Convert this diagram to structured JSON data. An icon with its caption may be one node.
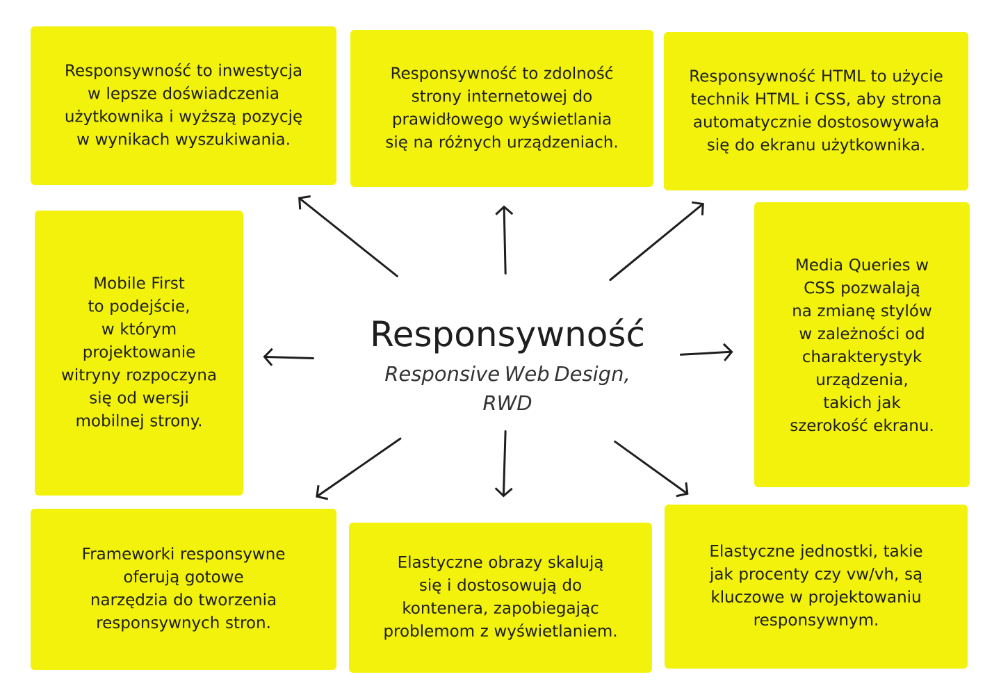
{
  "diagram": {
    "nodes": [
      {
        "text": [
          "Responsywność to inwestycja w lepsze doświadczenia użytkownika i wyższą pozycję w wynikach wyszukiwania."
        ]
      },
      {
        "text": [
          "Responsywność to zdolność strony internetowej do prawidłowego wyświetlania się na różnych urządzeniach."
        ]
      },
      {
        "text": [
          "Responsywność HTML to użycie technik HTML i CSS, aby strona automatycznie dostosowywała się do ekranu użytkownika."
        ]
      },
      {
        "text": [
          "Mobile First to podejście, w którym projektowanie witryny rozpoczyna się od wersji mobilnej strony."
        ]
      },
      {
        "text": [
          "Responsywność",
          "Responsive Web Design, RWD"
        ]
      },
      {
        "text": [
          "Media Queries w CSS pozwalają na zmianę stylów w zależności od charakterystyk urządzenia, takich jak szerokość ekranu."
        ]
      },
      {
        "text": [
          "Frameworki responsywne oferują gotowe narzędzia do tworzenia responsywnych stron."
        ]
      },
      {
        "text": [
          "Elastyczne obrazy skalują się i dostosowują do kontenera, zapobiegając problemom z wyświetlaniem."
        ]
      },
      {
        "text": [
          "Elastyczne jednostki, takie jak procenty czy vw/vh, są kluczowe w projektowaniu responsywnym."
        ]
      }
    ],
    "edges": [
      {
        "from": 4,
        "to": 0,
        "arrow": "to"
      },
      {
        "from": 4,
        "to": 1,
        "arrow": "to"
      },
      {
        "from": 4,
        "to": 2,
        "arrow": "to"
      },
      {
        "from": 4,
        "to": 3,
        "arrow": "to"
      },
      {
        "from": 4,
        "to": 5,
        "arrow": "to"
      },
      {
        "from": 4,
        "to": 6,
        "arrow": "to"
      },
      {
        "from": 4,
        "to": 7,
        "arrow": "to"
      },
      {
        "from": 4,
        "to": 8,
        "arrow": "to"
      }
    ]
  }
}
